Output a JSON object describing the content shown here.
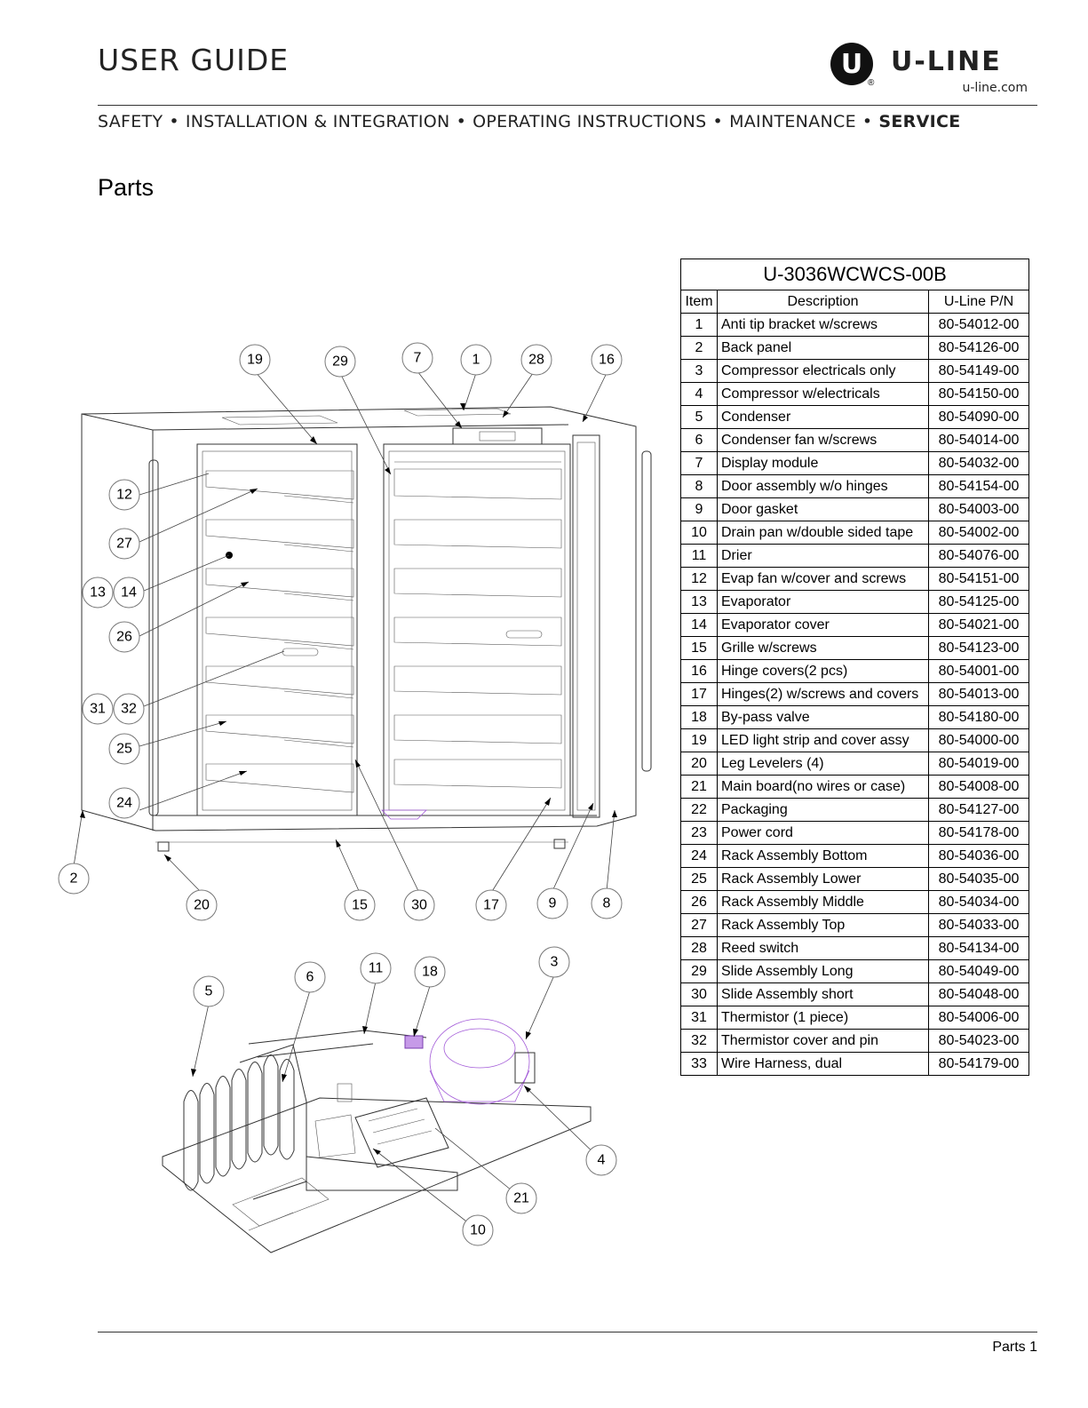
{
  "header": {
    "title": "USER GUIDE",
    "brand": "U-LINE",
    "logo_mark": "U",
    "registered": "®",
    "url": "u-line.com",
    "nav": [
      {
        "label": "SAFETY",
        "bold": false
      },
      {
        "label": "INSTALLATION & INTEGRATION",
        "bold": false
      },
      {
        "label": "OPERATING INSTRUCTIONS",
        "bold": false
      },
      {
        "label": "MAINTENANCE",
        "bold": false
      },
      {
        "label": "SERVICE",
        "bold": true
      }
    ],
    "separator": "•"
  },
  "section_title": "Parts",
  "table": {
    "model": "U-3036WCWCS-00B",
    "headers": {
      "item": "Item",
      "description": "Description",
      "pn": "U-Line P/N"
    },
    "rows": [
      {
        "item": "1",
        "description": "Anti tip bracket w/screws",
        "pn": "80-54012-00"
      },
      {
        "item": "2",
        "description": "Back panel",
        "pn": "80-54126-00"
      },
      {
        "item": "3",
        "description": "Compressor electricals only",
        "pn": "80-54149-00"
      },
      {
        "item": "4",
        "description": "Compressor w/electricals",
        "pn": "80-54150-00"
      },
      {
        "item": "5",
        "description": "Condenser",
        "pn": "80-54090-00"
      },
      {
        "item": "6",
        "description": "Condenser fan w/screws",
        "pn": "80-54014-00"
      },
      {
        "item": "7",
        "description": "Display module",
        "pn": "80-54032-00"
      },
      {
        "item": "8",
        "description": "Door assembly w/o hinges",
        "pn": "80-54154-00"
      },
      {
        "item": "9",
        "description": "Door gasket",
        "pn": "80-54003-00"
      },
      {
        "item": "10",
        "description": "Drain pan w/double sided tape",
        "pn": "80-54002-00"
      },
      {
        "item": "11",
        "description": "Drier",
        "pn": "80-54076-00"
      },
      {
        "item": "12",
        "description": "Evap fan w/cover and screws",
        "pn": "80-54151-00"
      },
      {
        "item": "13",
        "description": "Evaporator",
        "pn": "80-54125-00"
      },
      {
        "item": "14",
        "description": "Evaporator cover",
        "pn": "80-54021-00"
      },
      {
        "item": "15",
        "description": "Grille w/screws",
        "pn": "80-54123-00"
      },
      {
        "item": "16",
        "description": "Hinge covers(2 pcs)",
        "pn": "80-54001-00"
      },
      {
        "item": "17",
        "description": "Hinges(2) w/screws and covers",
        "pn": "80-54013-00"
      },
      {
        "item": "18",
        "description": "By-pass valve",
        "pn": "80-54180-00"
      },
      {
        "item": "19",
        "description": "LED light strip and cover assy",
        "pn": "80-54000-00"
      },
      {
        "item": "20",
        "description": "Leg Levelers (4)",
        "pn": "80-54019-00"
      },
      {
        "item": "21",
        "description": "Main board(no wires or case)",
        "pn": "80-54008-00"
      },
      {
        "item": "22",
        "description": "Packaging",
        "pn": "80-54127-00"
      },
      {
        "item": "23",
        "description": "Power cord",
        "pn": "80-54178-00"
      },
      {
        "item": "24",
        "description": "Rack Assembly Bottom",
        "pn": "80-54036-00"
      },
      {
        "item": "25",
        "description": "Rack Assembly Lower",
        "pn": "80-54035-00"
      },
      {
        "item": "26",
        "description": "Rack Assembly Middle",
        "pn": "80-54034-00"
      },
      {
        "item": "27",
        "description": "Rack Assembly Top",
        "pn": "80-54033-00"
      },
      {
        "item": "28",
        "description": "Reed switch",
        "pn": "80-54134-00"
      },
      {
        "item": "29",
        "description": "Slide Assembly Long",
        "pn": "80-54049-00"
      },
      {
        "item": "30",
        "description": "Slide Assembly short",
        "pn": "80-54048-00"
      },
      {
        "item": "31",
        "description": "Thermistor (1 piece)",
        "pn": "80-54006-00"
      },
      {
        "item": "32",
        "description": "Thermistor cover and pin",
        "pn": "80-54023-00"
      },
      {
        "item": "33",
        "description": "Wire Harness, dual",
        "pn": "80-54179-00"
      }
    ]
  },
  "callouts": [
    "19",
    "29",
    "7",
    "1",
    "28",
    "16",
    "12",
    "27",
    "13",
    "14",
    "26",
    "31",
    "32",
    "25",
    "24",
    "2",
    "20",
    "15",
    "30",
    "17",
    "9",
    "8",
    "5",
    "6",
    "11",
    "18",
    "3",
    "4",
    "21",
    "10"
  ],
  "footer": {
    "page": "Parts 1"
  }
}
